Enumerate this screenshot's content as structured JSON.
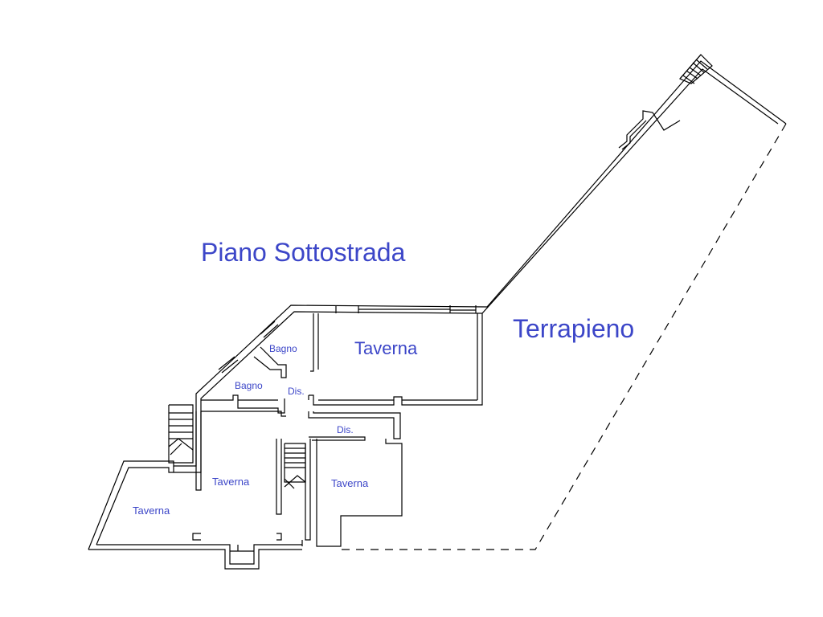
{
  "floor_title": "Piano Sottostrada",
  "embankment_label": "Terrapieno",
  "rooms": {
    "taverna_main": "Taverna",
    "bagno_upper": "Bagno",
    "bagno_lower": "Bagno",
    "dis_upper": "Dis.",
    "dis_lower": "Dis.",
    "taverna_center": "Taverna",
    "taverna_right": "Taverna",
    "taverna_left": "Taverna"
  },
  "colors": {
    "label": "#3c46c8",
    "wall": "#000000",
    "background": "#ffffff"
  }
}
